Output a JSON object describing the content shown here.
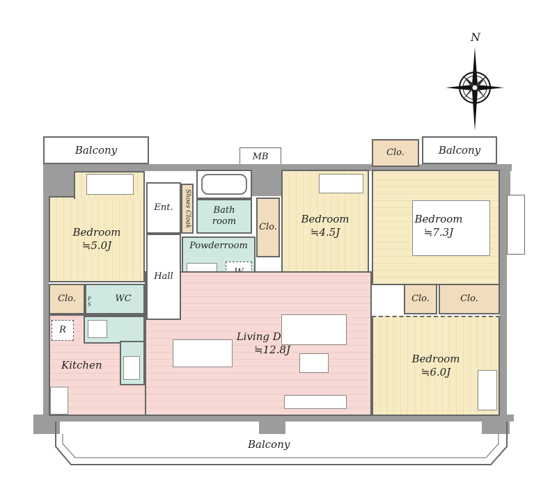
{
  "compass": {
    "north_label": "N"
  },
  "rooms": {
    "balcony_top_left": "Balcony",
    "balcony_top_right": "Balcony",
    "balcony_bottom": "Balcony",
    "mb": "MB",
    "bedroom1": {
      "name": "Bedroom",
      "size": "≒5.0J"
    },
    "bedroom2": {
      "name": "Bedroom",
      "size": "≒4.5J"
    },
    "bedroom3": {
      "name": "Bedroom",
      "size": "≒7.3J"
    },
    "bedroom4": {
      "name": "Bedroom",
      "size": "≒6.0J"
    },
    "living": {
      "name": "Living Dining",
      "size": "≒12.8J"
    },
    "entrance": "Ent.",
    "shoes_cloak": "Shoes Cloak",
    "bathroom": "Bath room",
    "powderroom": "Powderroom",
    "washer": "W",
    "hall": "Hall",
    "wc": "WC",
    "refrigerator": "R",
    "kitchen": "Kitchen",
    "closet": "Clo.",
    "ps": "PS"
  },
  "colors": {
    "bedroom": "#f6ebc3",
    "living": "#f7d9d5",
    "wet": "#cfe9e2",
    "closet": "#f1ddbd",
    "wall": "#9c9c9c"
  }
}
